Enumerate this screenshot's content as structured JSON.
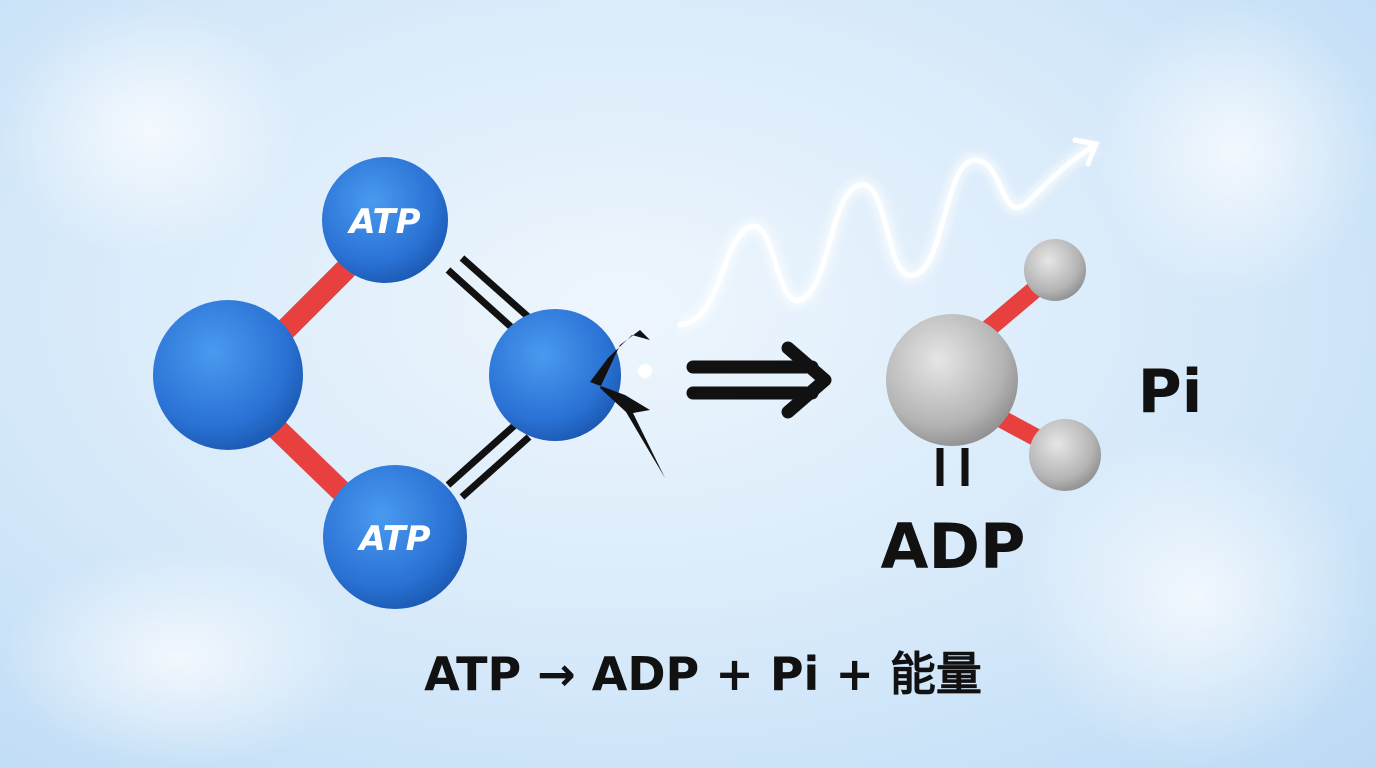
{
  "atp_label_top": "ATP",
  "atp_label_bottom": "ATP",
  "pi_label": "Pi",
  "adp_label": "ADP",
  "equation": "ATP → ADP + Pi + 能量",
  "colors": {
    "ball_blue": "#2a78d8",
    "bond_red": "#e8403f",
    "ball_grey": "#b9b9b9",
    "ink": "#111111"
  }
}
